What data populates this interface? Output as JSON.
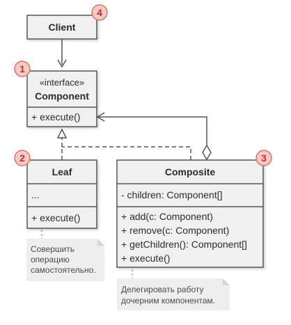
{
  "diagram": {
    "client": {
      "title": "Client",
      "badge": "4"
    },
    "component": {
      "stereotype": "«interface»",
      "title": "Component",
      "method": "+ execute()",
      "badge": "1"
    },
    "leaf": {
      "title": "Leaf",
      "fields": "...",
      "method": "+ execute()",
      "badge": "2"
    },
    "composite": {
      "title": "Composite",
      "field": "- children: Component[]",
      "methods": [
        "+ add(c: Component)",
        "+ remove(c: Component)",
        "+ getChildren(): Component[]",
        "+ execute()"
      ],
      "badge": "3"
    },
    "notes": {
      "leaf": [
        "Совершить",
        "операцию",
        "самостоятельно."
      ],
      "composite": [
        "Делегировать работу",
        "дочерним компонентам."
      ]
    },
    "colors": {
      "box_fill": "#f0f0f0",
      "box_stroke": "#555555",
      "badge_fill": "#f6c9c4",
      "badge_stroke": "#d9746c",
      "note_fill": "#eeeeee"
    }
  }
}
